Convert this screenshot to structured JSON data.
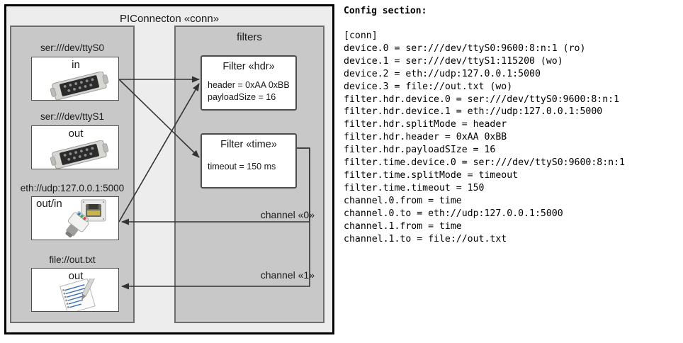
{
  "diagram": {
    "outer": {
      "title": "PIConnecton «conn»"
    },
    "devices_group": {
      "title": ""
    },
    "filters_group": {
      "title": "filters"
    },
    "devices": [
      {
        "label": "ser:///dev/ttyS0",
        "direction": "in",
        "icon": "serial-port-icon"
      },
      {
        "label": "ser:///dev/ttyS1",
        "direction": "out",
        "icon": "serial-port-icon"
      },
      {
        "label": "eth://udp:127.0.0.1:5000",
        "direction": "out/in",
        "icon": "network-plug-icon"
      },
      {
        "label": "file://out.txt",
        "direction": "out",
        "icon": "text-file-icon"
      }
    ],
    "filters": [
      {
        "title": "Filter «hdr»",
        "attrs": [
          "header = 0xAA 0xBB",
          "payloadSize = 16"
        ]
      },
      {
        "title": "Filter «time»",
        "attrs": [
          "timeout = 150 ms"
        ]
      }
    ],
    "channels": [
      {
        "label": "channel «0»"
      },
      {
        "label": "channel «1»"
      }
    ]
  },
  "config": {
    "heading": "Config section:",
    "lines": [
      "[conn]",
      "device.0 = ser:///dev/ttyS0:9600:8:n:1 (ro)",
      "device.1 = ser:///dev/ttyS1:115200 (wo)",
      "device.2 = eth://udp:127.0.0.1:5000",
      "device.3 = file://out.txt (wo)",
      "filter.hdr.device.0 = ser:///dev/ttyS0:9600:8:n:1",
      "filter.hdr.device.1 = eth://udp:127.0.0.1:5000",
      "filter.hdr.splitMode = header",
      "filter.hdr.header = 0xAA 0xBB",
      "filter.hdr.payloadSIze = 16",
      "filter.time.device.0 = ser:///dev/ttyS0:9600:8:n:1",
      "filter.time.splitMode = timeout",
      "filter.time.timeout = 150",
      "channel.0.from = time",
      "channel.0.to = eth://udp:127.0.0.1:5000",
      "channel.1.from = time",
      "channel.1.to = file://out.txt"
    ]
  },
  "colors": {
    "canvas": "#ffffff",
    "outer_fill": "#ededed",
    "group_fill": "#c8c8c8",
    "box_fill": "#ffffff",
    "border_dark": "#000000",
    "border_mid": "#6e6e6e",
    "line": "#333333"
  }
}
